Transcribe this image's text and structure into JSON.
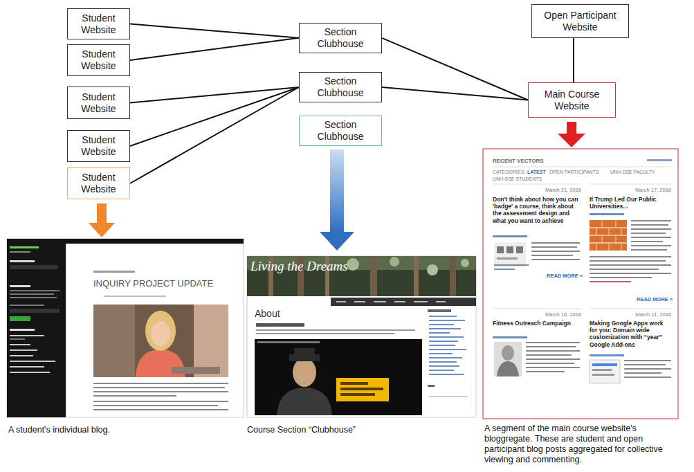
{
  "diagram": {
    "nodes": [
      {
        "text": [
          "Student Website"
        ]
      },
      {
        "text": [
          "Student Website"
        ]
      },
      {
        "text": [
          "Student Website"
        ]
      },
      {
        "text": [
          "Student Website"
        ]
      },
      {
        "text": [
          "Student Website"
        ]
      },
      {
        "text": [
          "Section Clubhouse"
        ]
      },
      {
        "text": [
          "Section Clubhouse"
        ]
      },
      {
        "text": [
          "Section Clubhouse"
        ]
      },
      {
        "text": [
          "Open Participant Website"
        ]
      },
      {
        "text": [
          "Main Course Website"
        ]
      }
    ],
    "edges": [
      {
        "from": 0,
        "to": 5,
        "arrow": "none"
      },
      {
        "from": 1,
        "to": 5,
        "arrow": "none"
      },
      {
        "from": 2,
        "to": 6,
        "arrow": "none"
      },
      {
        "from": 3,
        "to": 6,
        "arrow": "none"
      },
      {
        "from": 4,
        "to": 6,
        "arrow": "none"
      },
      {
        "from": 5,
        "to": 9,
        "arrow": "none"
      },
      {
        "from": 6,
        "to": 9,
        "arrow": "none"
      },
      {
        "from": 8,
        "to": 9,
        "arrow": "none"
      }
    ],
    "labels": [
      "INQUIRY PROJECT UPDATE",
      "Living the Dreams",
      "About",
      "RECENT VECTORS",
      "CATEGORIES:",
      "LATEST",
      "OPEN PARTICIPANTS",
      "UNH-SSE FACULTY",
      "UNH-SSE STUDENTS",
      "March 21, 2016",
      "March 17, 2016",
      "Don't think about how you can 'badge' a course, think about the assessment design and what you want to achieve",
      "If Trump Led Our Public Universities...",
      "READ MORE »",
      "READ MORE »",
      "March 16, 2016",
      "March 11, 2016",
      "Fitness Outreach Campaign",
      "Making Google Apps work for you: Domain wide customization with “year” Google Add-ons",
      "A student's individual blog.",
      "Course Section “Clubhouse”",
      "A segment of the main course website's bloggregate. These are student and open participant blog posts aggregated for collective viewing and commenting."
    ]
  }
}
